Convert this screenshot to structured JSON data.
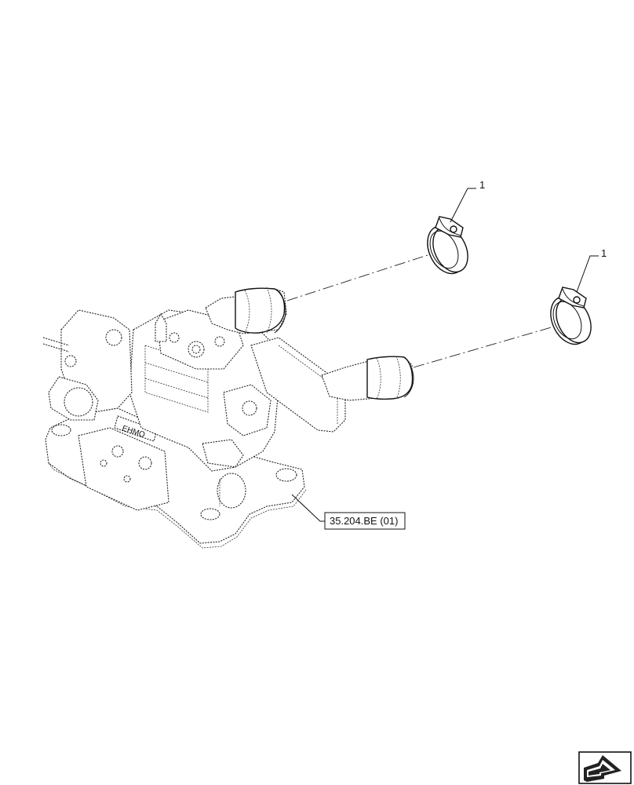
{
  "callouts": {
    "item_1_top": "1",
    "item_1_bottom": "1",
    "reference": "35.204.BE (01)"
  },
  "icons": {
    "nav": "next-page-arrow-icon"
  },
  "colors": {
    "line": "#111111",
    "background": "#ffffff"
  }
}
